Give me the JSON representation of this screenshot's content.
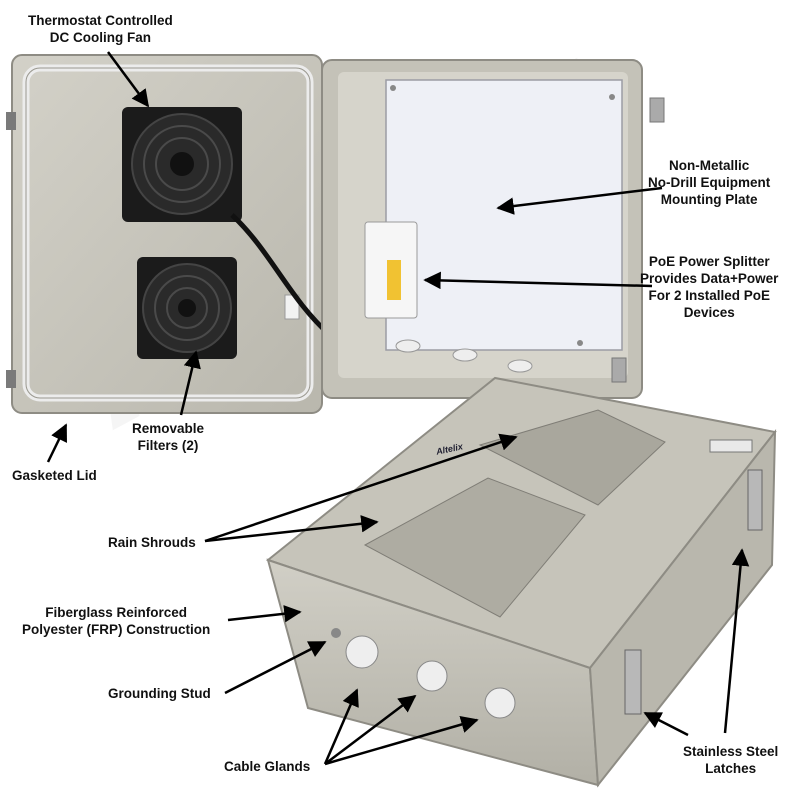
{
  "watermark_text": "Altelix",
  "brand_badge": "Altelix",
  "labels": {
    "fan": [
      "Thermostat Controlled",
      "DC Cooling Fan"
    ],
    "plate": [
      "Non-Metallic",
      "No-Drill Equipment",
      "Mounting Plate"
    ],
    "splitter": [
      "PoE Power Splitter",
      "Provides Data+Power",
      "For 2 Installed PoE",
      "Devices"
    ],
    "filters": [
      "Removable",
      "Filters (2)"
    ],
    "gasket": "Gasketed Lid",
    "shrouds": "Rain Shrouds",
    "frp": [
      "Fiberglass Reinforced",
      "Polyester (FRP) Construction"
    ],
    "ground": "Grounding Stud",
    "glands": "Cable Glands",
    "latches": [
      "Stainless Steel",
      "Latches"
    ]
  },
  "colors": {
    "enclosure": "#c9c7bd",
    "enclosure_dark": "#a9a79d",
    "plate": "#eef0f6",
    "fan": "#1b1b1b",
    "steel": "#b8b8b8"
  }
}
